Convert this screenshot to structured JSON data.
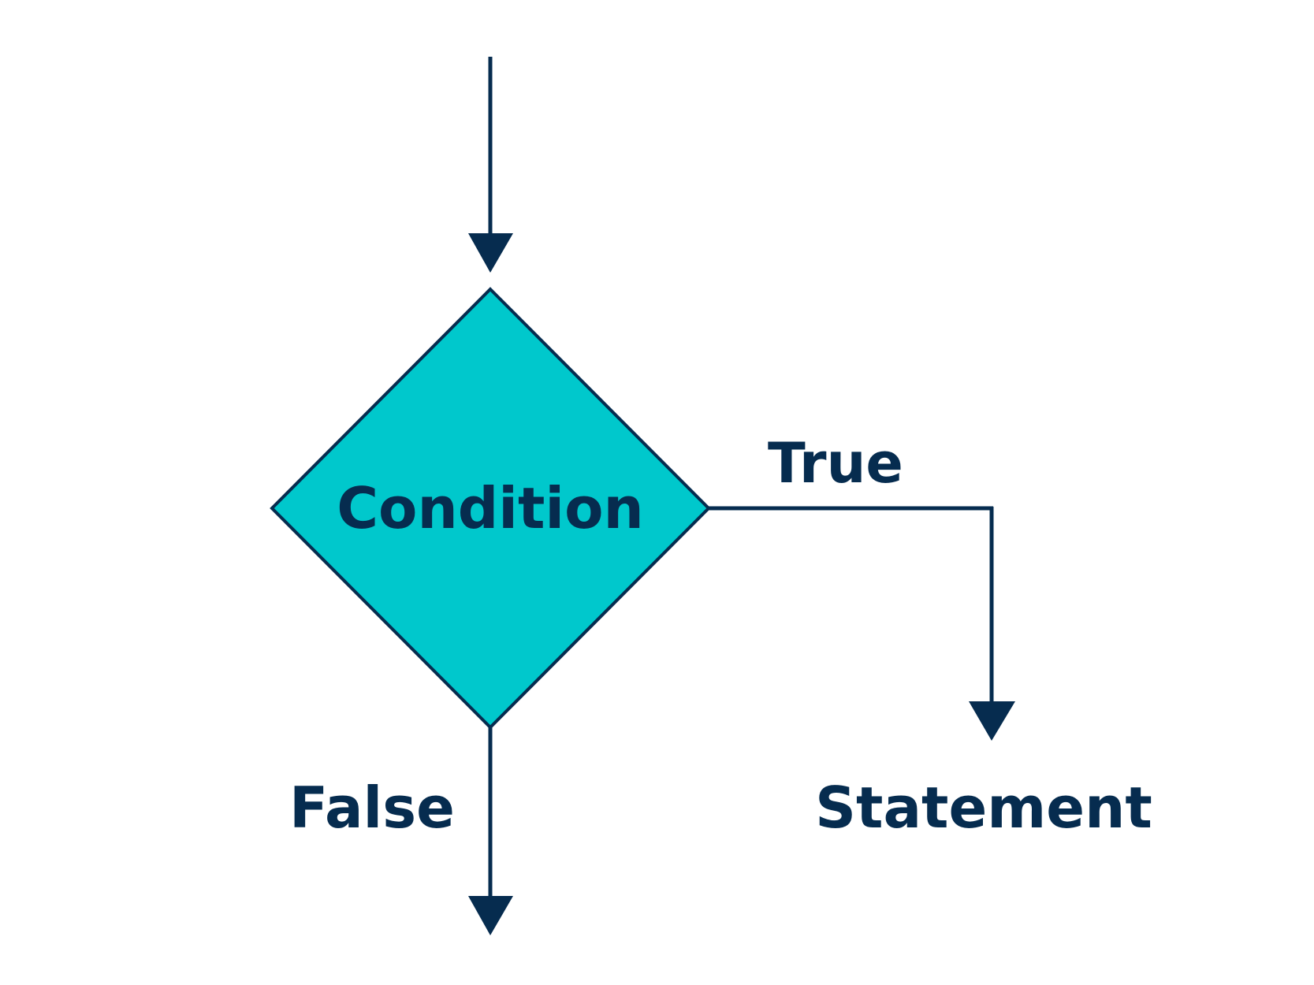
{
  "diagram": {
    "decision_label": "Condition",
    "true_label": "True",
    "false_label": "False",
    "statement_label": "Statement"
  },
  "colors": {
    "line": "#062c4f",
    "decision_fill": "#00c8cc",
    "text": "#062c4f",
    "background": "#ffffff"
  }
}
